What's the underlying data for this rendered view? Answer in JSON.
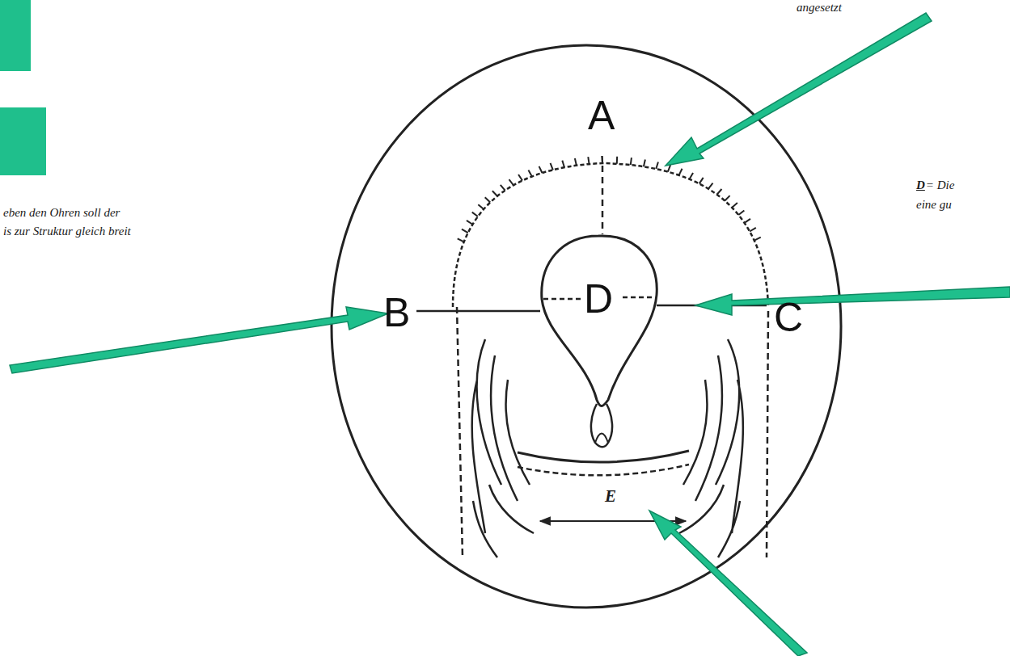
{
  "diagram": {
    "labels": [
      "angesetzt",
      "D",
      "= Die",
      "eine gu",
      "eben den Ohren soll der",
      "is zur Struktur gleich breit",
      "A",
      "B",
      "C",
      "D",
      "E"
    ]
  }
}
